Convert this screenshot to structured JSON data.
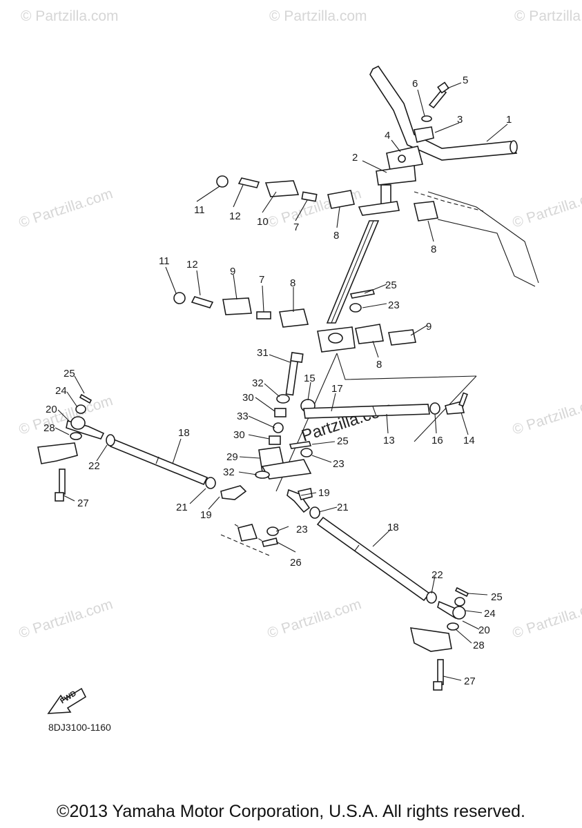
{
  "watermark": {
    "text": "© Partzilla.com",
    "center_text": "Partzilla.com"
  },
  "callouts": {
    "c1": "1",
    "c2": "2",
    "c3": "3",
    "c4": "4",
    "c5": "5",
    "c6": "6",
    "c7a": "7",
    "c7b": "7",
    "c8a": "8",
    "c8b": "8",
    "c8c": "8",
    "c8d": "8",
    "c9a": "9",
    "c9b": "9",
    "c10": "10",
    "c11a": "11",
    "c11b": "11",
    "c12a": "12",
    "c12b": "12",
    "c13": "13",
    "c14": "14",
    "c15": "15",
    "c16": "16",
    "c17": "17",
    "c18a": "18",
    "c18b": "18",
    "c19a": "19",
    "c19b": "19",
    "c20a": "20",
    "c20b": "20",
    "c21a": "21",
    "c21b": "21",
    "c22a": "22",
    "c22b": "22",
    "c23a": "23",
    "c23b": "23",
    "c23c": "23",
    "c24a": "24",
    "c24b": "24",
    "c25a": "25",
    "c25b": "25",
    "c25c": "25",
    "c26": "26",
    "c27a": "27",
    "c27b": "27",
    "c28a": "28",
    "c28b": "28",
    "c29": "29",
    "c30a": "30",
    "c30b": "30",
    "c31": "31",
    "c32a": "32",
    "c32b": "32",
    "c33": "33"
  },
  "fwd_label": "FWD",
  "figure_code": "8DJ3100-1160",
  "copyright": "©2013 Yamaha Motor Corporation, U.S.A. All rights reserved."
}
